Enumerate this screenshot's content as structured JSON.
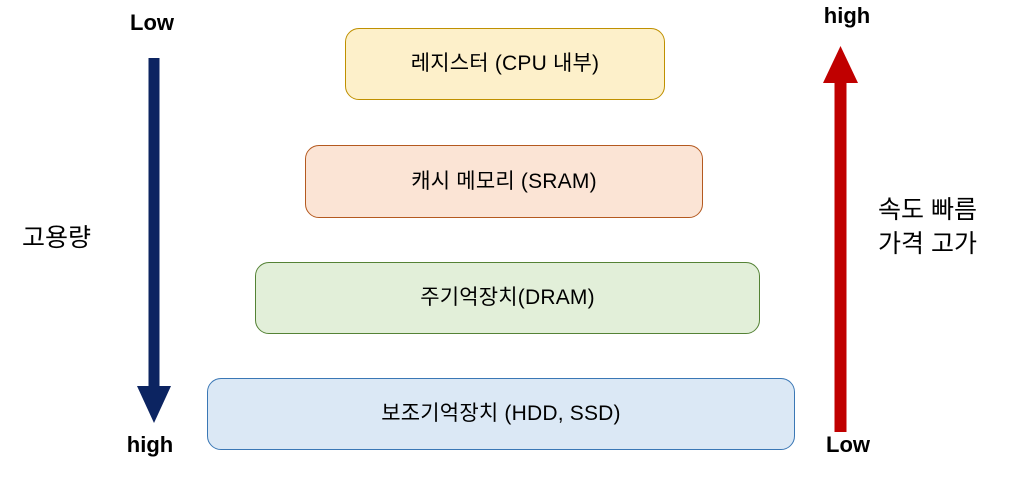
{
  "diagram": {
    "title": "memory-hierarchy",
    "levels": [
      {
        "id": "register",
        "label": "레지스터 (CPU 내부)",
        "fill": "#fdf0ca",
        "border": "#bf9000"
      },
      {
        "id": "cache",
        "label": "캐시 메모리 (SRAM)",
        "fill": "#fbe4d5",
        "border": "#b4591f"
      },
      {
        "id": "dram",
        "label": "주기억장치(DRAM)",
        "fill": "#e2efd9",
        "border": "#548235"
      },
      {
        "id": "storage",
        "label": "보조기억장치 (HDD, SSD)",
        "fill": "#dbe8f5",
        "border": "#3a77b5"
      }
    ],
    "left_axis": {
      "icon": "down-arrow-icon",
      "color": "#0c2461",
      "direction": "down",
      "top_label": "Low",
      "bottom_label": "high",
      "caption": "고용량"
    },
    "right_axis": {
      "icon": "up-arrow-icon",
      "color": "#c00000",
      "direction": "up",
      "top_label": "high",
      "bottom_label": "Low",
      "caption_line1": "속도 빠름",
      "caption_line2": "가격 고가"
    }
  }
}
